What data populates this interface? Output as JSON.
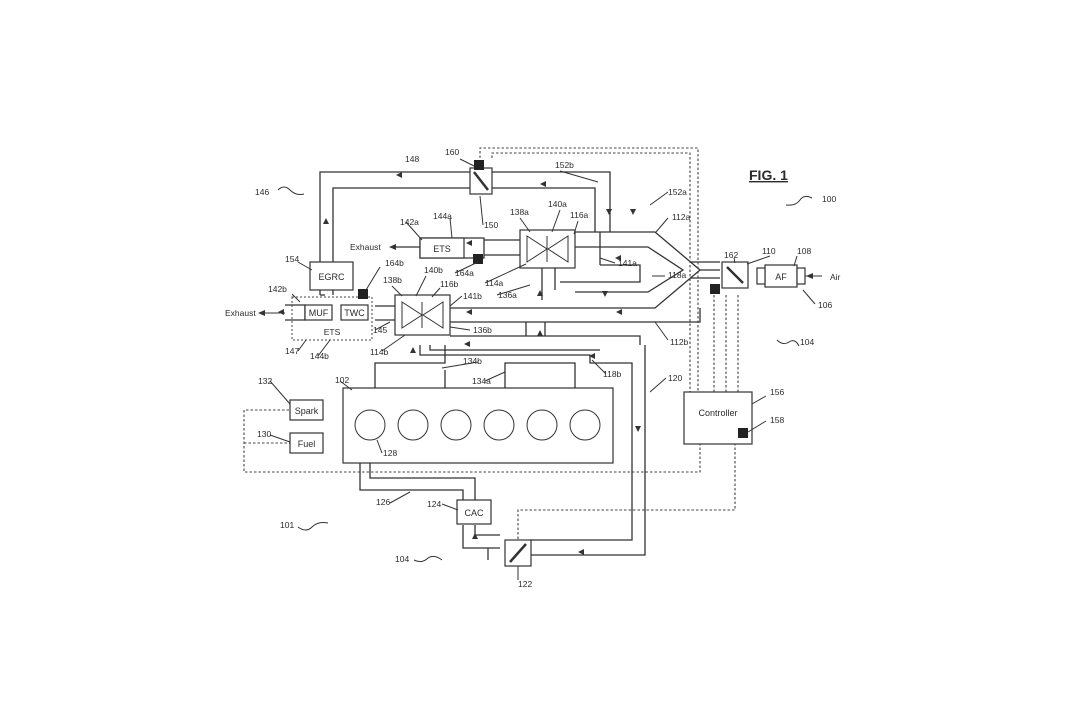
{
  "figure": {
    "title": "FIG. 1"
  },
  "blocks": {
    "egrc": "EGRC",
    "ets_top": "ETS",
    "ets_bottom": "ETS",
    "muf": "MUF",
    "twc": "TWC",
    "af": "AF",
    "spark": "Spark",
    "fuel": "Fuel",
    "controller": "Controller",
    "cac": "CAC"
  },
  "flow_labels": {
    "exhaust_top": "Exhaust",
    "exhaust_left": "Exhaust",
    "air": "Air"
  },
  "refs": {
    "r100": "100",
    "r101": "101",
    "r102": "102",
    "r104a": "104",
    "r104b": "104",
    "r106": "106",
    "r108": "108",
    "r110": "110",
    "r112a": "112a",
    "r112b": "112b",
    "r114a": "114a",
    "r114b": "114b",
    "r116a": "116a",
    "r116b": "116b",
    "r118a": "118a",
    "r118b": "118b",
    "r120": "120",
    "r122": "122",
    "r124": "124",
    "r126": "126",
    "r128": "128",
    "r130": "130",
    "r132": "132",
    "r134a": "134a",
    "r134b": "134b",
    "r136a": "136a",
    "r136b": "136b",
    "r138a": "138a",
    "r138b": "138b",
    "r140a": "140a",
    "r140b": "140b",
    "r141a": "141a",
    "r141b": "141b",
    "r142a": "142a",
    "r142b": "142b",
    "r144a": "144a",
    "r144b": "144b",
    "r145": "145",
    "r146": "146",
    "r147": "147",
    "r148": "148",
    "r150": "150",
    "r152a": "152a",
    "r152b": "152b",
    "r154": "154",
    "r156": "156",
    "r158": "158",
    "r160": "160",
    "r162": "162",
    "r164a": "164a",
    "r164b": "164b"
  }
}
